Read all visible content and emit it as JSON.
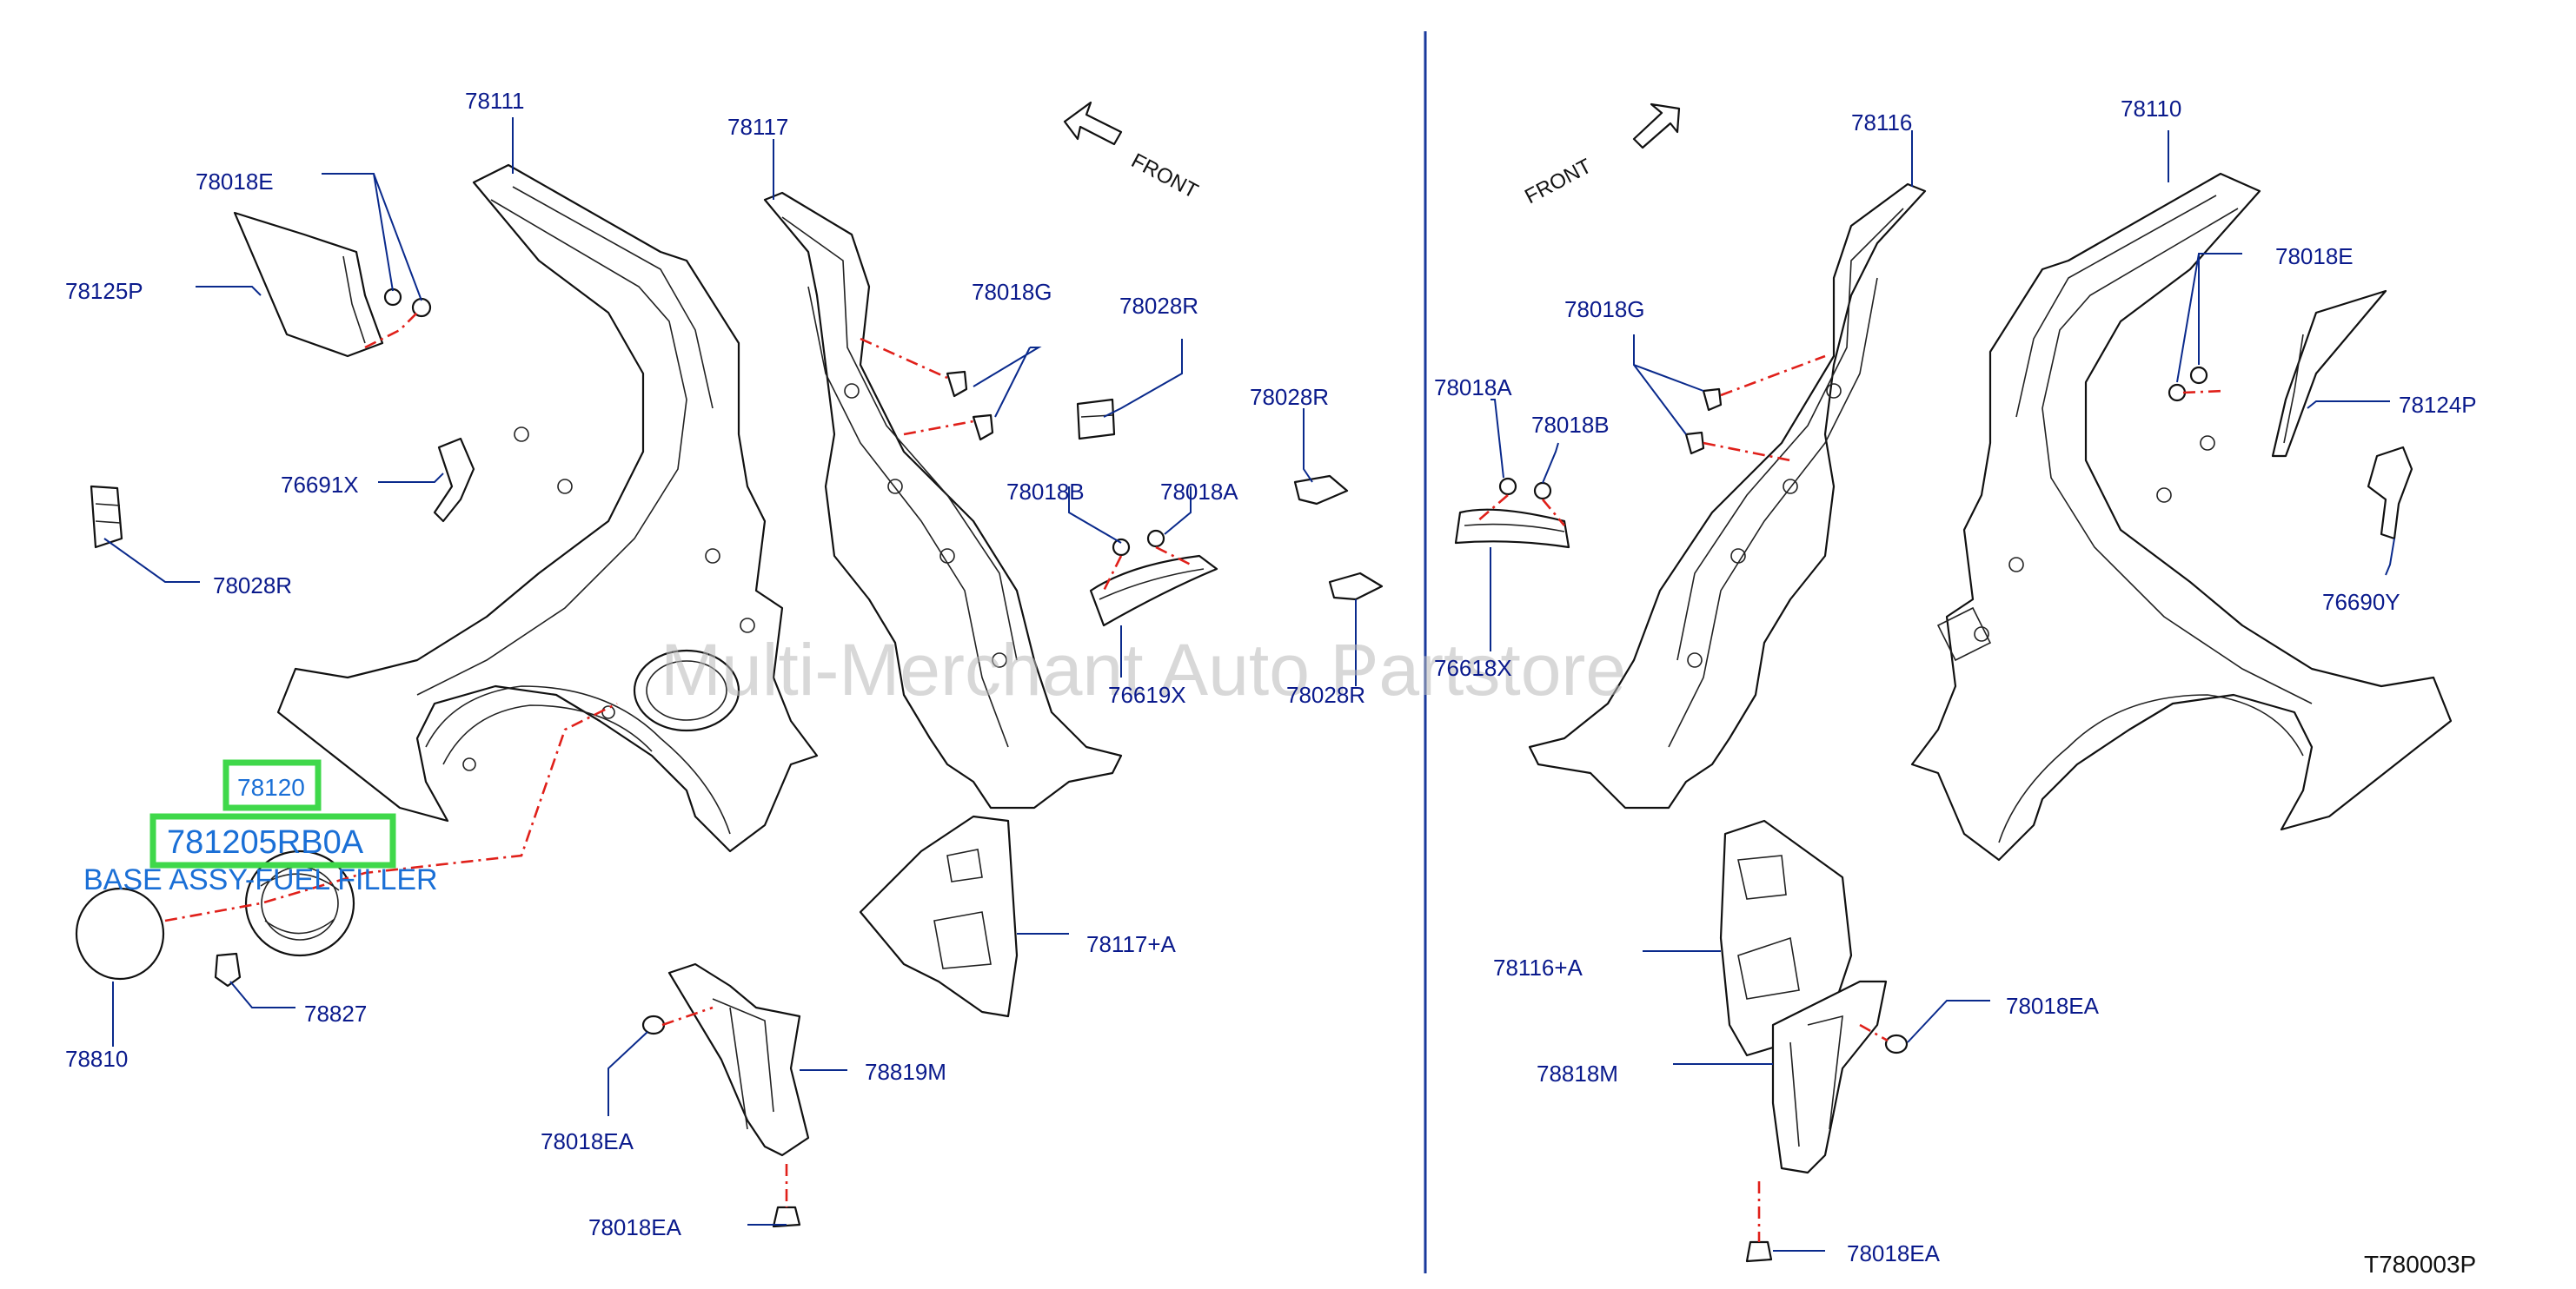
{
  "labels": {
    "p78111": "78111",
    "p78117": "78117",
    "p78018E_l": "78018E",
    "p78125P": "78125P",
    "p78018G_l": "78018G",
    "p78028R_a": "78028R",
    "p78028R_b": "78028R",
    "p76691X": "76691X",
    "p78028R_c": "78028R",
    "p78018B_l": "78018B",
    "p78018A_l": "78018A",
    "p76619X": "76619X",
    "p78028R_d": "78028R",
    "p78117A": "78117+A",
    "p78827": "78827",
    "p78810": "78810",
    "p78819M": "78819M",
    "p78018EA_l1": "78018EA",
    "p78018EA_l2": "78018EA",
    "p78116": "78116",
    "p78110": "78110",
    "p78018E_r": "78018E",
    "p78018G_r": "78018G",
    "p78018A_r": "78018A",
    "p78018B_r": "78018B",
    "p78124P": "78124P",
    "p76690Y": "76690Y",
    "p76618X": "76618X",
    "p78116A": "78116+A",
    "p78018EA_r1": "78018EA",
    "p78818M": "78818M",
    "p78018EA_r2": "78018EA"
  },
  "front_left": "FRONT",
  "front_right": "FRONT",
  "diagram_code": "T780003P",
  "watermark": "Multi-Merchant Auto Partstore",
  "highlight": {
    "part_number": "78120",
    "sku": "781205RB0A",
    "description": "BASE ASSY-FUEL FILLER"
  },
  "colors": {
    "label": "#0a1a8c",
    "highlight_box": "#3fd84a",
    "highlight_text": "#1a6fd6",
    "dashed_line": "#e0201a",
    "divider": "#1a3a9c"
  }
}
